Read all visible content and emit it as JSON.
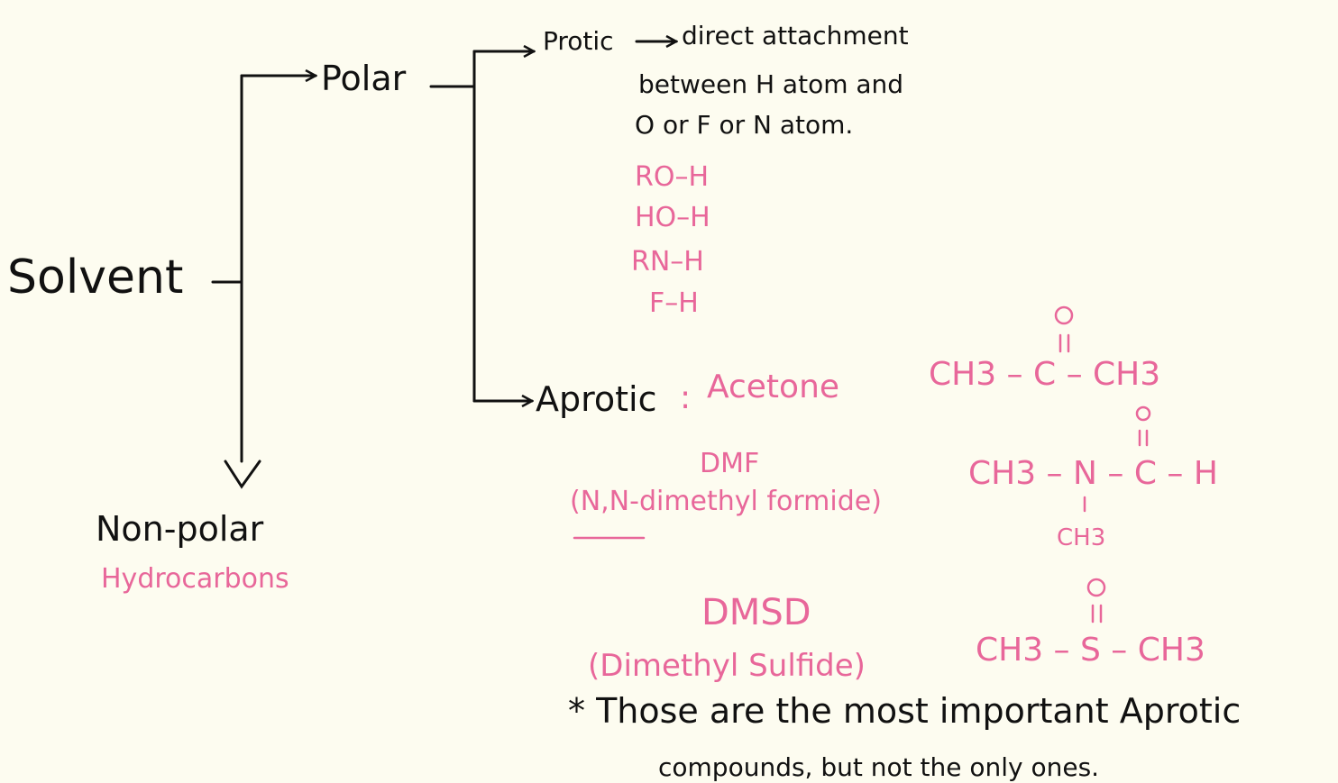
{
  "colors": {
    "ink": "#111111",
    "pink": "#e8679a",
    "paper": "#fdfcf0"
  },
  "root": "Solvent",
  "polar": {
    "label": "Polar",
    "protic": {
      "label": "Protic",
      "definition": [
        "direct attachment",
        "between H atom and",
        "O or F or N atom."
      ],
      "examples": [
        "RO–H",
        "HO–H",
        "RN–H",
        "F–H"
      ]
    },
    "aprotic": {
      "label": "Aprotic",
      "separator": ":",
      "acetone": {
        "name": "Acetone",
        "top_atom": "O",
        "formula": "CH3 – C – CH3"
      },
      "dmf": {
        "abbr": "DMF",
        "full_name": "(N,N-dimethyl formide)",
        "top_atom": "O",
        "formula": "CH3 – N – C – H",
        "sub_group": "CH3"
      },
      "dmsd": {
        "abbr": "DMSD",
        "full_name": "(Dimethyl Sulfide)",
        "top_atom": "O",
        "formula": "CH3 – S – CH3"
      }
    }
  },
  "non_polar": {
    "label": "Non-polar",
    "example": "Hydrocarbons"
  },
  "note": [
    "* Those are the most important Aprotic",
    "compounds, but not the only ones."
  ]
}
